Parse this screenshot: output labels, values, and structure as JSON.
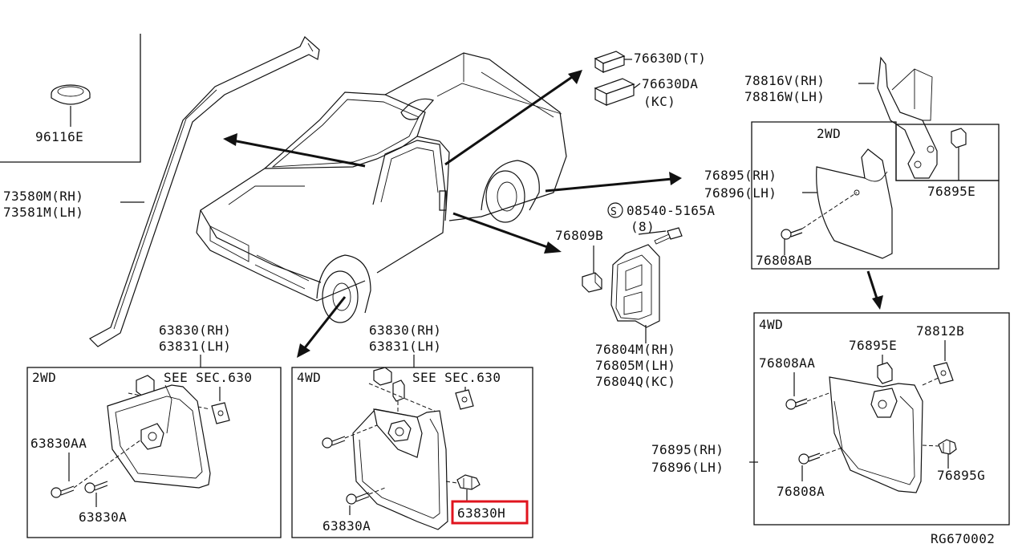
{
  "diagram_id": "RG670002",
  "highlight_color": "#e0141e",
  "callouts": {
    "plug": "96116E",
    "molding_rh": "73580M(RH)",
    "molding_lh": "73581M(LH)",
    "emblem_t": "76630D(T)",
    "emblem_da": "76630DA",
    "emblem_kc": "(KC)",
    "bracket_rh": "78816V(RH)",
    "bracket_lh": "78816W(LH)",
    "screw_s": "S",
    "screw": "08540-5165A",
    "screw_qty": "(8)",
    "clip": "76809B",
    "garnish_rh": "76804M(RH)",
    "garnish_lh": "76805M(LH)",
    "garnish_kc": "76804Q(KC)"
  },
  "rear_2wd": {
    "title": "2WD",
    "flap_rh": "76895(RH)",
    "flap_lh": "76896(LH)",
    "nut": "76895E",
    "bolt": "76808AB"
  },
  "rear_4wd": {
    "title": "4WD",
    "bracket": "78812B",
    "nut": "76895E",
    "bolt_aa": "76808AA",
    "flap_rh": "76895(RH)",
    "flap_lh": "76896(LH)",
    "clip": "76895G",
    "bolt_a": "76808A"
  },
  "front_2wd": {
    "title": "2WD",
    "flap_rh": "63830(RH)",
    "flap_lh": "63831(LH)",
    "see_sec": "SEE SEC.630",
    "bolt_aa": "63830AA",
    "bolt_a": "63830A"
  },
  "front_4wd": {
    "title": "4WD",
    "flap_rh": "63830(RH)",
    "flap_lh": "63831(LH)",
    "see_sec": "SEE SEC.630",
    "bolt_a": "63830A",
    "clip_highlighted": "63830H"
  }
}
